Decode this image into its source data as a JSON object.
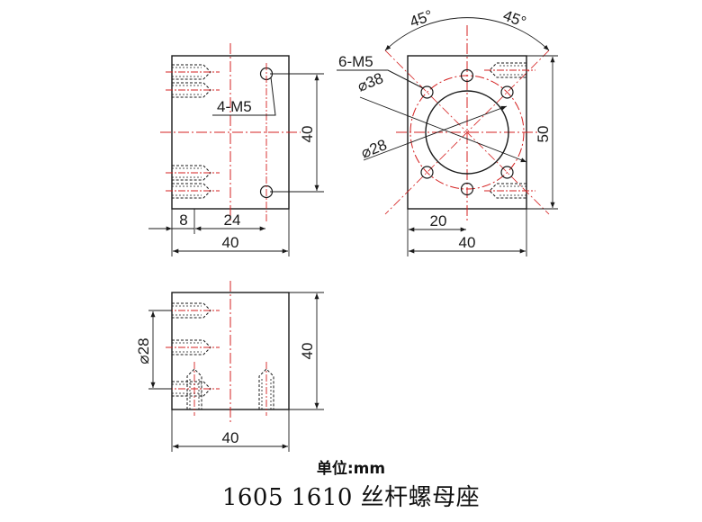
{
  "colors": {
    "outline": "#1a1a1a",
    "centerline": "#d42020",
    "dimension": "#1a1a1a"
  },
  "front_view": {
    "label_holes": "4-M5",
    "dim_left_offset": "8",
    "dim_hole_spacing": "24",
    "dim_width": "40",
    "dim_height": "40"
  },
  "side_view": {
    "label_holes": "6-M5",
    "label_pcd": "⌀38",
    "label_bore": "⌀28",
    "angle_left": "45°",
    "angle_right": "45°",
    "dim_half_width": "20",
    "dim_width": "40",
    "dim_height": "50"
  },
  "top_view": {
    "label_bore": "⌀28",
    "dim_width": "40",
    "dim_height": "40"
  },
  "caption": {
    "unit": "单位:mm",
    "title": "1605 1610 丝杆螺母座"
  }
}
